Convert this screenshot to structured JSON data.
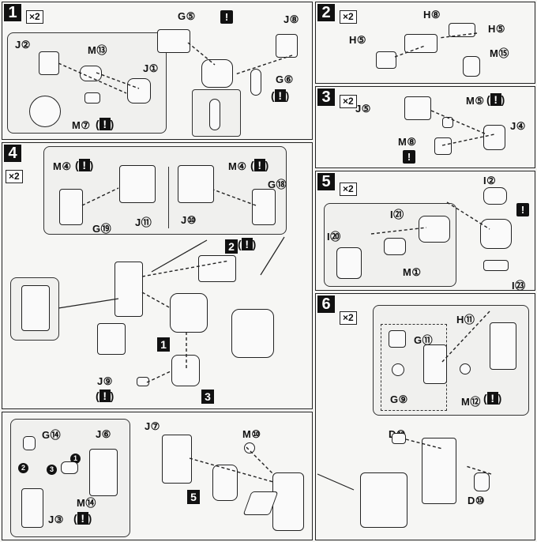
{
  "steps": [
    {
      "num": "1",
      "mult": "×2"
    },
    {
      "num": "2",
      "mult": "×2"
    },
    {
      "num": "3",
      "mult": "×2"
    },
    {
      "num": "4",
      "mult": "×2"
    },
    {
      "num": "5",
      "mult": "×2"
    },
    {
      "num": "6",
      "mult": "×2"
    }
  ],
  "step1": {
    "labels": [
      "J②",
      "M⑬",
      "J①",
      "M⑦",
      "G⑤",
      "J⑧",
      "G⑥"
    ]
  },
  "step2": {
    "labels": [
      "H⑧",
      "H⑤",
      "H⑤",
      "M⑮"
    ]
  },
  "step3": {
    "labels": [
      "J⑤",
      "M⑤",
      "J④",
      "M⑧"
    ]
  },
  "step4": {
    "labels": [
      "M④",
      "M④",
      "G⑱",
      "J⑪",
      "J⑩",
      "G⑲",
      "2",
      "1",
      "J⑨",
      "3"
    ]
  },
  "step5": {
    "labels": [
      "I②",
      "I㉑",
      "I⑳",
      "M①",
      "I㉓"
    ]
  },
  "step6": {
    "labels": [
      "H⑪",
      "G⑪",
      "G⑨",
      "M⑫",
      "D⑩",
      "D⑩"
    ]
  },
  "step7": {
    "labels": [
      "G⑭",
      "J⑥",
      "M⑭",
      "J③",
      "J⑦",
      "M⑩",
      "5"
    ],
    "order": [
      "1",
      "2",
      "3"
    ]
  },
  "warn_glyph": "!",
  "paren_open": "(",
  "paren_close": ")"
}
